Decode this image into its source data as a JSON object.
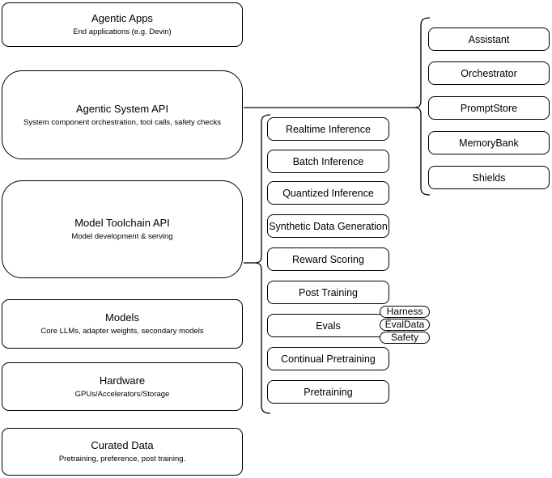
{
  "left_stack": {
    "boxes": [
      {
        "title": "Agentic Apps",
        "subtitle": "End applications (e.g. Devin)"
      },
      {
        "title": "Agentic System API",
        "subtitle": "System component orchestration, tool calls, safety checks"
      },
      {
        "title": "Model Toolchain API",
        "subtitle": "Model development & serving"
      },
      {
        "title": "Models",
        "subtitle": "Core LLMs, adapter weights, secondary models"
      },
      {
        "title": "Hardware",
        "subtitle": "GPUs/Accelerators/Storage"
      },
      {
        "title": "Curated Data",
        "subtitle": "Pretraining, preference, post training."
      }
    ]
  },
  "toolchain_group": {
    "items": [
      {
        "label": "Realtime Inference"
      },
      {
        "label": "Batch Inference"
      },
      {
        "label": "Quantized Inference"
      },
      {
        "label": "Synthetic Data Generation"
      },
      {
        "label": "Reward Scoring"
      },
      {
        "label": "Post Training"
      },
      {
        "label": "Evals"
      },
      {
        "label": "Continual Pretraining"
      },
      {
        "label": "Pretraining"
      }
    ],
    "evals_tags": [
      {
        "label": "Harness"
      },
      {
        "label": "EvalData"
      },
      {
        "label": "Safety"
      }
    ]
  },
  "system_group": {
    "items": [
      {
        "label": "Assistant"
      },
      {
        "label": "Orchestrator"
      },
      {
        "label": "PromptStore"
      },
      {
        "label": "MemoryBank"
      },
      {
        "label": "Shields"
      }
    ]
  },
  "colors": {
    "stroke": "#000000",
    "fill": "#ffffff",
    "text": "#000000"
  }
}
